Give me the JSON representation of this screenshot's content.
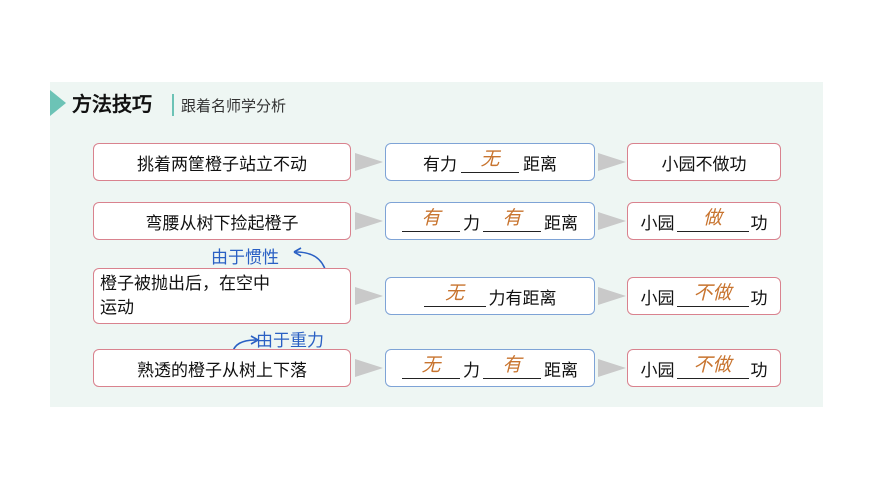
{
  "header": {
    "title": "方法技巧",
    "subtitle": "跟着名师学分析"
  },
  "rows": [
    {
      "scenario": "挑着两筐橙子站立不动",
      "middle": {
        "prefix": "有力",
        "blank": "无",
        "suffix": "距离"
      },
      "result": {
        "prefix": "小园不做功"
      }
    },
    {
      "scenario": "弯腰从树下捡起橙子",
      "middle": {
        "blank1": "有",
        "mid": "力",
        "blank2": "有",
        "suffix": "距离"
      },
      "result": {
        "prefix": "小园",
        "blank": "做",
        "suffix": "功"
      }
    },
    {
      "note": "由于惯性",
      "scenario_line1": "橙子被抛出后，在空中",
      "scenario_line2": "运动",
      "middle": {
        "blank": "无",
        "suffix": "力有距离"
      },
      "result": {
        "prefix": "小园",
        "blank": "不做",
        "suffix": "功"
      }
    },
    {
      "note": "由于重力",
      "scenario": "熟透的橙子从树上下落",
      "middle": {
        "blank1": "无",
        "mid": "力",
        "blank2": "有",
        "suffix": "距离"
      },
      "result": {
        "prefix": "小园",
        "blank": "不做",
        "suffix": "功"
      }
    }
  ]
}
